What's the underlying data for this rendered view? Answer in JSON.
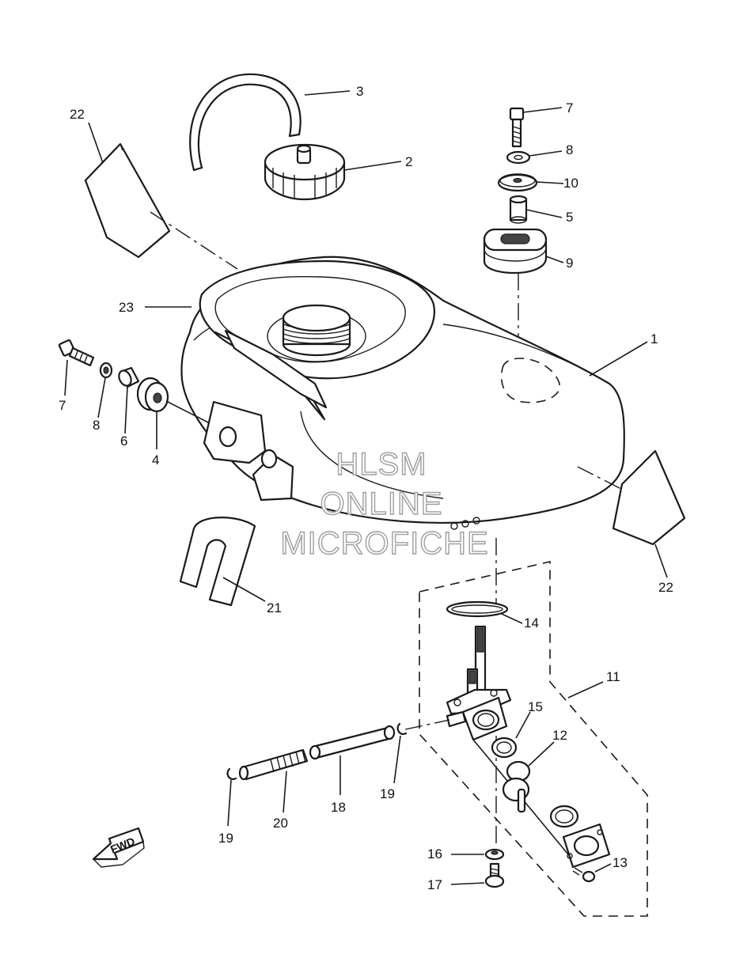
{
  "watermark": {
    "line1": "HLSM",
    "line2": "ONLINE",
    "line3": "MICROFICHE"
  },
  "direction_arrow": {
    "label": "FWD"
  },
  "callouts": {
    "c1": "1",
    "c2": "2",
    "c3": "3",
    "c4": "4",
    "c5": "5",
    "c6": "6",
    "c7a": "7",
    "c7b": "7",
    "c8a": "8",
    "c8b": "8",
    "c9": "9",
    "c10": "10",
    "c11": "11",
    "c12": "12",
    "c13": "13",
    "c14": "14",
    "c15": "15",
    "c16": "16",
    "c17": "17",
    "c18": "18",
    "c19a": "19",
    "c19b": "19",
    "c20": "20",
    "c21": "21",
    "c22a": "22",
    "c22b": "22",
    "c23": "23"
  }
}
